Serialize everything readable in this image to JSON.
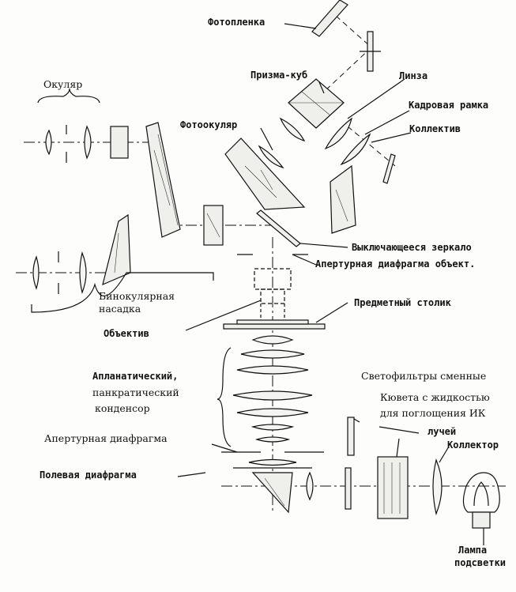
{
  "labels": {
    "film": "Фотопленка",
    "prism_cube": "Призма-куб",
    "lens": "Линза",
    "frame": "Кадровая рамка",
    "collective": "Коллектив",
    "photo_eyepiece": "Фотоокуляр",
    "eyepiece": "Окуляр",
    "switching_mirror": "Выключающееся зеркало",
    "objective_aperture": "Апертурная диафрагма объект.",
    "binocular_1": "Бинокулярная",
    "binocular_2": "насадка",
    "stage": "Предметный столик",
    "objective": "Объектив",
    "condenser_1": "Апланатический,",
    "condenser_2": "панкратический",
    "condenser_3": "конденсор",
    "filters": "Светофильтры сменные",
    "cuvette_1": "Кювета с жидкостью",
    "cuvette_2": "для поглощения ИК",
    "cuvette_3": "лучей",
    "collector": "Коллектор",
    "aperture_diaphragm": "Апертурная диафрагма",
    "field_diaphragm": "Полевая диафрагма",
    "lamp_1": "Лампа",
    "lamp_2": "подсветки"
  }
}
